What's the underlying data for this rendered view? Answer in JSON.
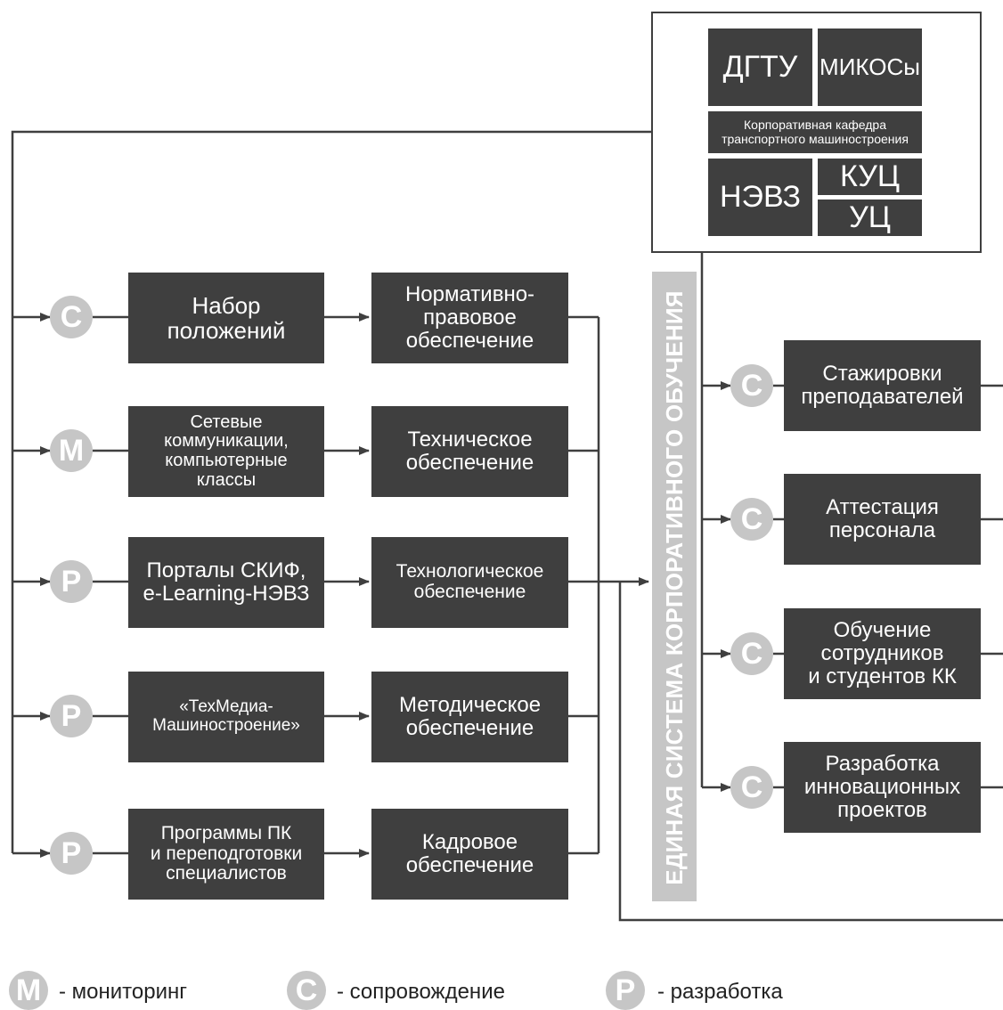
{
  "org_block": {
    "dgtu": "ДГТУ",
    "mikosy": "МИКОСы",
    "corp_dept": "Корпоративная кафедра\nтранспортного машиностроения",
    "nevz": "НЭВЗ",
    "kuts": "КУЦ",
    "uts": "УЦ"
  },
  "badge_letters": {
    "monitoring": "М",
    "support": "С",
    "development": "Р"
  },
  "left_rows": [
    {
      "badge": "С",
      "tool": "Набор\nположений",
      "support": "Нормативно-\nправовое\nобеспечение"
    },
    {
      "badge": "М",
      "tool": "Сетевые\nкоммуникации,\nкомпьютерные\nклассы",
      "support": "Техническое\nобеспечение"
    },
    {
      "badge": "Р",
      "tool": "Порталы СКИФ,\ne-Learning-НЭВЗ",
      "support": "Технологическое\nобеспечение"
    },
    {
      "badge": "Р",
      "tool": "«ТехМедиа-\nМашиностроение»",
      "support": "Методическое\nобеспечение"
    },
    {
      "badge": "Р",
      "tool": "Программы ПК\nи переподготовки\nспециалистов",
      "support": "Кадровое\nобеспечение"
    }
  ],
  "system_label": "ЕДИНАЯ СИСТЕМА КОРПОРАТИВНОГО ОБУЧЕНИЯ",
  "outputs": [
    {
      "badge": "С",
      "label": "Стажировки\nпреподавателей"
    },
    {
      "badge": "С",
      "label": "Аттестация\nперсонала"
    },
    {
      "badge": "С",
      "label": "Обучение\nсотрудников\nи студентов КК"
    },
    {
      "badge": "С",
      "label": "Разработка\nинновационных\nпроектов"
    }
  ],
  "legend": [
    {
      "letter": "М",
      "text": "- мониторинг"
    },
    {
      "letter": "С",
      "text": "- сопровождение"
    },
    {
      "letter": "Р",
      "text": "- разработка"
    }
  ],
  "colors": {
    "box": "#3f3f3f",
    "badge": "#c6c6c6",
    "line": "#3f3f3f"
  }
}
